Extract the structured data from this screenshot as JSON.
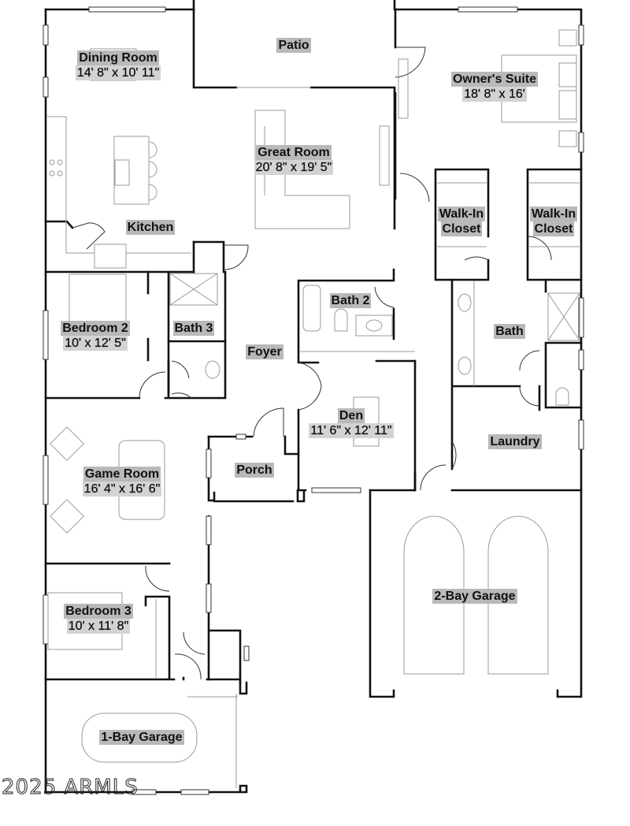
{
  "floor_plan": {
    "rooms": [
      {
        "id": "dining-room",
        "name": "Dining Room",
        "dimensions": "14' 8\" x 10' 11\""
      },
      {
        "id": "patio",
        "name": "Patio",
        "dimensions": ""
      },
      {
        "id": "owners-suite",
        "name": "Owner's Suite",
        "dimensions": "18' 8\" x 16'"
      },
      {
        "id": "great-room",
        "name": "Great Room",
        "dimensions": "20' 8\" x 19' 5\""
      },
      {
        "id": "kitchen",
        "name": "Kitchen",
        "dimensions": ""
      },
      {
        "id": "walk-in-closet-1",
        "name": "Walk-In\nCloset",
        "line1": "Walk-In",
        "line2": "Closet"
      },
      {
        "id": "walk-in-closet-2",
        "name": "Walk-In\nCloset",
        "line1": "Walk-In",
        "line2": "Closet"
      },
      {
        "id": "bedroom-2",
        "name": "Bedroom 2",
        "dimensions": "10' x 12' 5\""
      },
      {
        "id": "bath-3",
        "name": "Bath 3",
        "dimensions": ""
      },
      {
        "id": "bath-2",
        "name": "Bath 2",
        "dimensions": ""
      },
      {
        "id": "foyer",
        "name": "Foyer",
        "dimensions": ""
      },
      {
        "id": "bath",
        "name": "Bath",
        "dimensions": ""
      },
      {
        "id": "den",
        "name": "Den",
        "dimensions": "11' 6\" x 12' 11\""
      },
      {
        "id": "laundry",
        "name": "Laundry",
        "dimensions": ""
      },
      {
        "id": "porch",
        "name": "Porch",
        "dimensions": ""
      },
      {
        "id": "game-room",
        "name": "Game Room",
        "dimensions": "16' 4\" x 16' 6\""
      },
      {
        "id": "two-bay-garage",
        "name": "2-Bay Garage",
        "dimensions": ""
      },
      {
        "id": "bedroom-3",
        "name": "Bedroom 3",
        "dimensions": "10' x 11' 8\""
      },
      {
        "id": "one-bay-garage",
        "name": "1-Bay Garage",
        "dimensions": ""
      }
    ],
    "watermark": "2025 ARMLS"
  }
}
